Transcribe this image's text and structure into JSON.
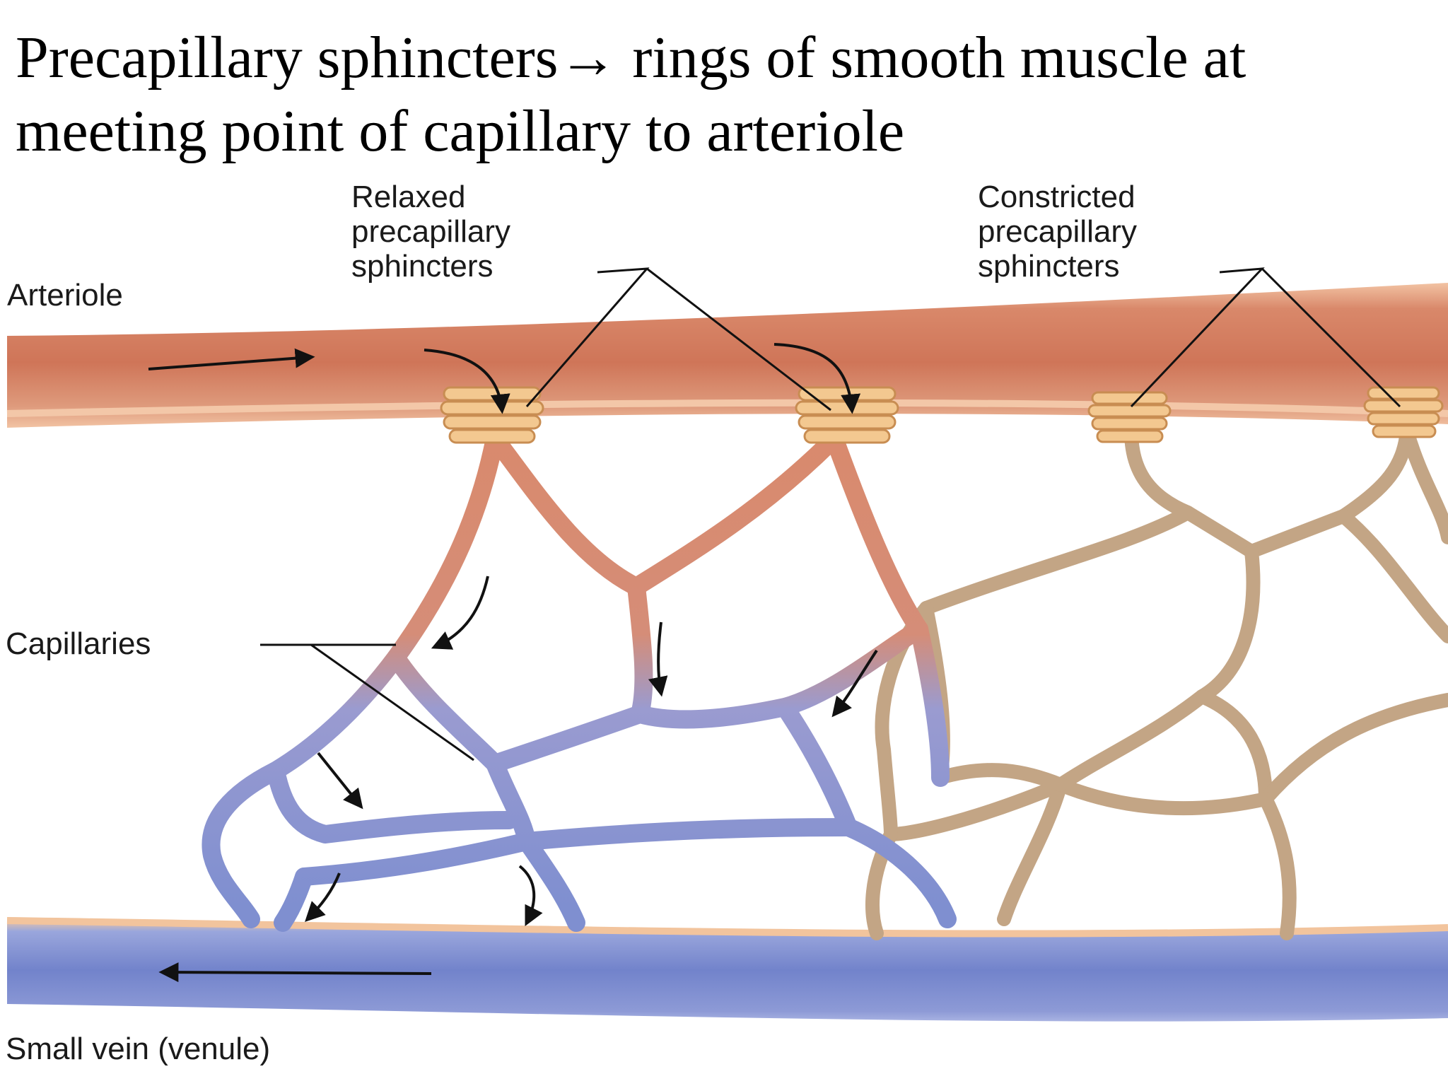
{
  "title": {
    "line1": "Precapillary sphincters→ rings of smooth muscle at",
    "line2": "meeting point of capillary to arteriole"
  },
  "labels": {
    "relaxed": [
      "Relaxed",
      "precapillary",
      "sphincters"
    ],
    "constricted": [
      "Constricted",
      "precapillary",
      "sphincters"
    ],
    "arteriole": "Arteriole",
    "capillaries": "Capillaries",
    "venule": "Small vein (venule)"
  },
  "colors": {
    "arteriole": "#d27f62",
    "arteriole_light": "#f0b99a",
    "vein": "#7f8fd0",
    "vein_light": "#f0c49e",
    "inactive_capillary": "#c6a88a",
    "sphincter": "#f0c288"
  }
}
